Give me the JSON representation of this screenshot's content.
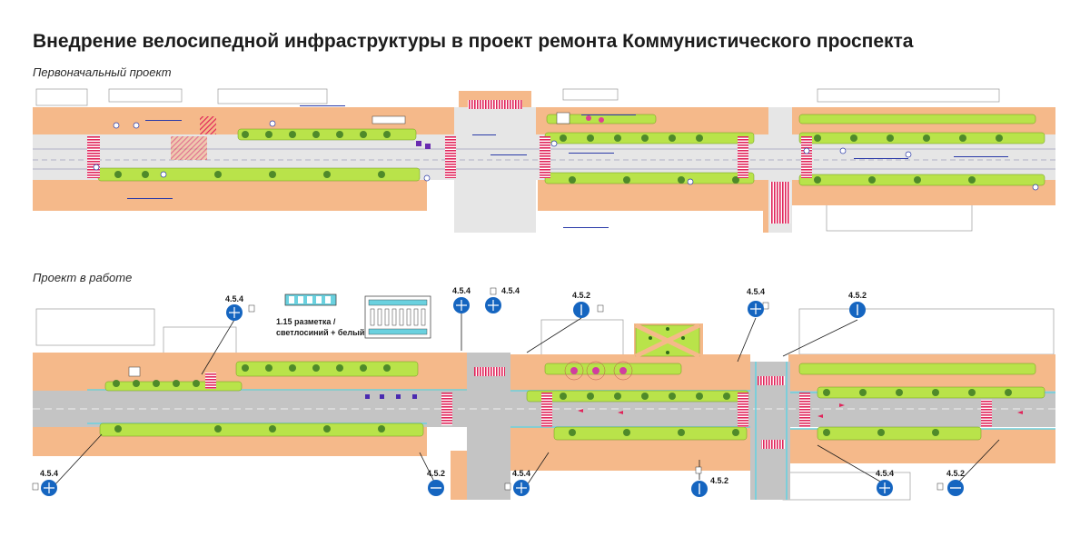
{
  "title": "Внедрение велосипедной инфраструктуры в проект ремонта Коммунистического проспекта",
  "sections": {
    "original": {
      "label": "Первоначальный проект"
    },
    "current": {
      "label": "Проект в работе"
    }
  },
  "legend": {
    "line1": "1.15 разметка /",
    "line2": "светлосиний + белый"
  },
  "signs": {
    "top": [
      {
        "code": "4.5.4"
      },
      {
        "code": "4.5.4"
      },
      {
        "code": "4.5.4"
      },
      {
        "code": "4.5.2"
      },
      {
        "code": "4.5.4"
      },
      {
        "code": "4.5.2"
      }
    ],
    "bottom": [
      {
        "code": "4.5.4"
      },
      {
        "code": "4.5.2"
      },
      {
        "code": "4.5.4"
      },
      {
        "code": "4.5.2"
      },
      {
        "code": "4.5.4"
      },
      {
        "code": "4.5.2"
      }
    ]
  },
  "colors": {
    "sidewalk": "#f5b98a",
    "road": "#c4c4c4",
    "road_light": "#e6e6e6",
    "green": "#b9e34a",
    "tree": "#4f8a2a",
    "crossing": "#e0245a",
    "bike_lane": "#6ad1df",
    "sign_blue": "#1565c0",
    "annotation": "#2a3aa8"
  }
}
